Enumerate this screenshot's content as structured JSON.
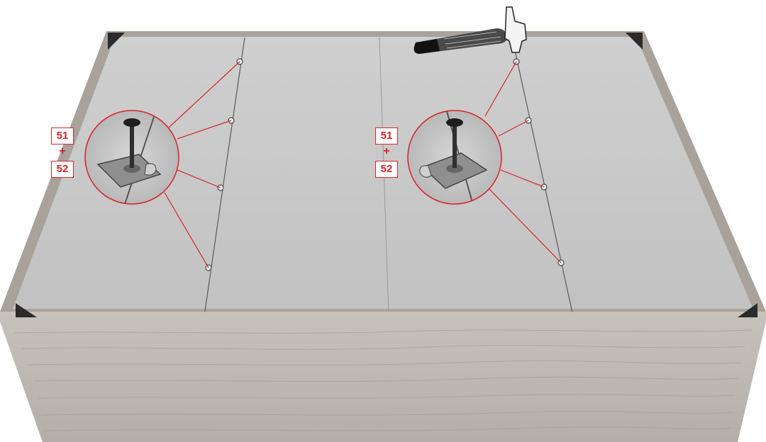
{
  "callouts": [
    {
      "part_a": "51",
      "joiner": "+",
      "part_b": "52"
    },
    {
      "part_a": "51",
      "joiner": "+",
      "part_b": "52"
    }
  ],
  "colors": {
    "callout_red": "#d8232a",
    "backboard": "#c9c9c9",
    "frame_edge": "#a9a29a",
    "wood_front": "#bdb8b1"
  },
  "icons": [
    "hammer-icon",
    "nail-plate-detail-icon",
    "corner-bracket-icon"
  ]
}
